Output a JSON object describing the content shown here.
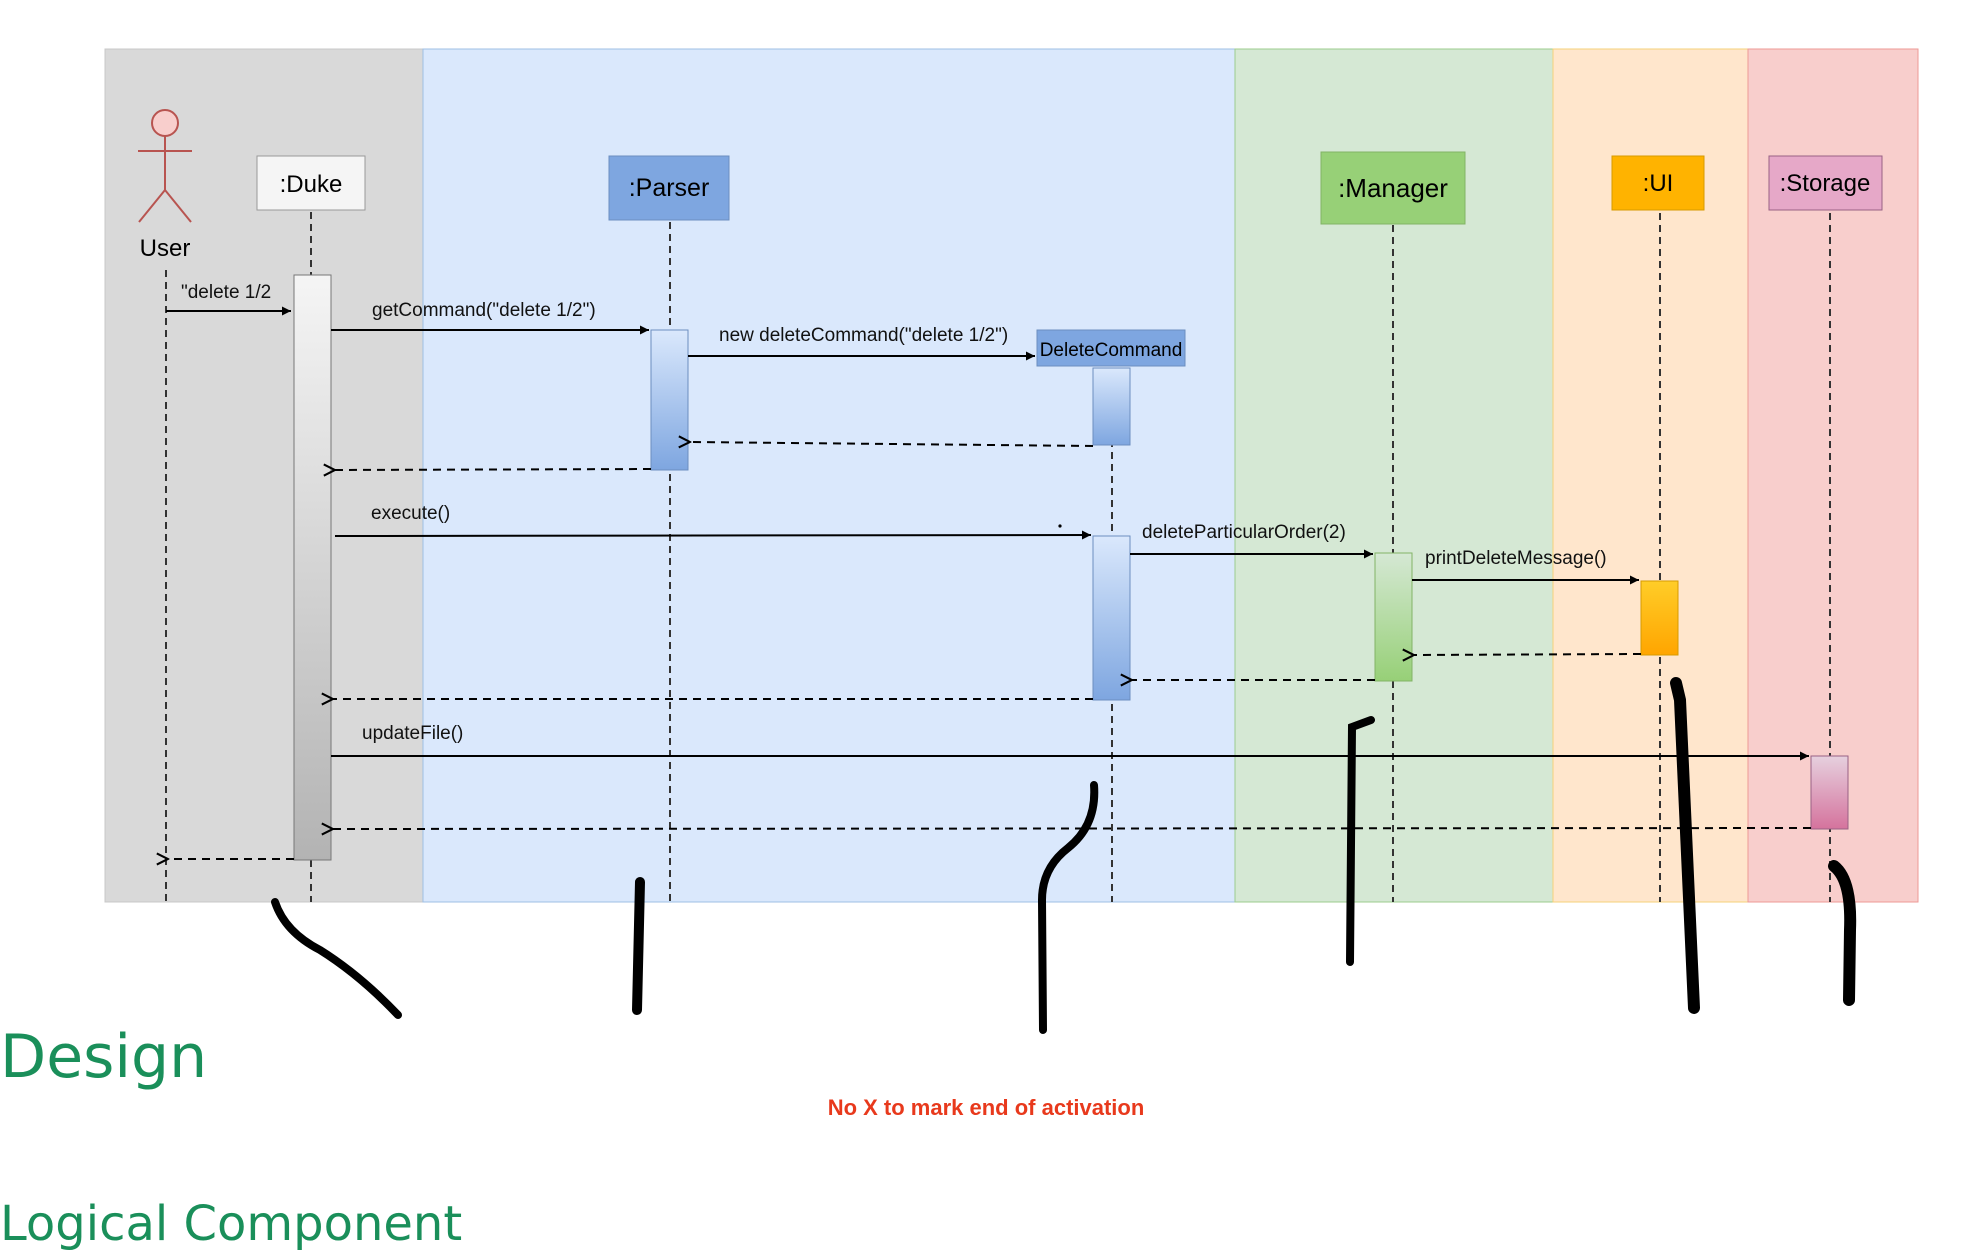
{
  "colors": {
    "lane_duke": "#d9d9d9",
    "lane_parser": "#dae8fc",
    "lane_manager": "#d5e8d4",
    "lane_ui": "#ffe6cc",
    "lane_storage": "#f8cecc",
    "heading": "#1a8f5a",
    "note": "#e8391c"
  },
  "diagram": {
    "actor": {
      "label": "User",
      "icon": "stick-figure-icon"
    },
    "participants": {
      "duke": ":Duke",
      "parser": ":Parser",
      "deletecommand": "DeleteCommand",
      "manager": ":Manager",
      "ui": ":UI",
      "storage": ":Storage"
    },
    "messages": {
      "m1": "\"delete 1/2",
      "m2": "getCommand(\"delete 1/2\")",
      "m3": "new deleteCommand(\"delete 1/2\")",
      "m4": "execute()",
      "m5": "deleteParticularOrder(2)",
      "m6": "printDeleteMessage()",
      "m7": "updateFile()"
    }
  },
  "annotation": {
    "note": "No X to mark end of activation"
  },
  "page": {
    "heading": "Design",
    "subheading": "Logical Component"
  }
}
